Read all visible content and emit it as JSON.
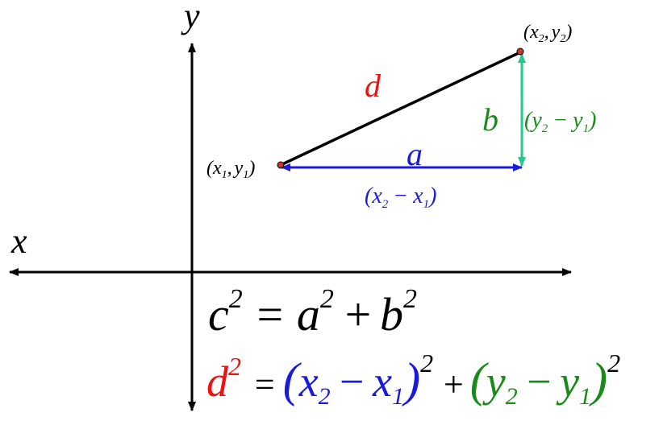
{
  "axes": {
    "y_label": "y",
    "x_label": "x"
  },
  "points": {
    "p1": {
      "open": "(",
      "v1": "x",
      "s1": "1",
      "comma": ",",
      "v2": "y",
      "s2": "1",
      "close": ")"
    },
    "p2": {
      "open": "(",
      "v1": "x",
      "s1": "2",
      "comma": ",",
      "v2": "y",
      "s2": "2",
      "close": ")"
    }
  },
  "segments": {
    "hyp_label": "d",
    "base_label": "a",
    "base_expr": {
      "open": "(",
      "v1": "x",
      "s1": "2",
      "op": "−",
      "v2": "x",
      "s2": "1",
      "close": ")"
    },
    "vert_label": "b",
    "vert_expr": {
      "open": "(",
      "v1": "y",
      "s1": "2",
      "op": "−",
      "v2": "y",
      "s2": "1",
      "close": ")"
    }
  },
  "formula1": {
    "c": "c",
    "c_exp": "2",
    "eq": "=",
    "a": "a",
    "a_exp": "2",
    "plus": "+",
    "b": "b",
    "b_exp": "2"
  },
  "formula2": {
    "d": "d",
    "d_exp": "2",
    "eq": "=",
    "g1_open": "(",
    "g1_v1": "x",
    "g1_s1": "2",
    "g1_op": "−",
    "g1_v2": "x",
    "g1_s2": "1",
    "g1_close": ")",
    "g1_exp": "2",
    "plus": "+",
    "g2_open": "(",
    "g2_v1": "y",
    "g2_s1": "2",
    "g2_op": "−",
    "g2_v2": "y",
    "g2_s2": "1",
    "g2_close": ")",
    "g2_exp": "2"
  },
  "colors": {
    "red": "#ee1111",
    "blue": "#1a1adc",
    "green": "#1a8a1a",
    "teal": "#22c88c",
    "axis": "#000000",
    "point": "#c0392b"
  }
}
